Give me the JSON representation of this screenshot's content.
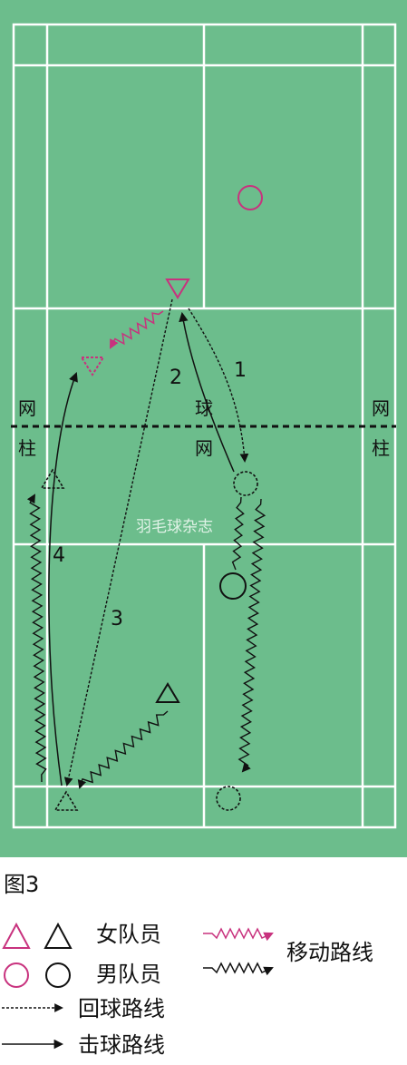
{
  "court": {
    "labels": {
      "rally_1": "1",
      "rally_2": "2",
      "rally_3": "3",
      "rally_4": "4"
    },
    "net_label_left": [
      "网",
      "柱"
    ],
    "net_label_right": [
      "网",
      "柱"
    ],
    "net_label_center": [
      "球",
      "网"
    ],
    "watermark": "羽毛球杂志"
  },
  "colors": {
    "court": "#6cbd8c",
    "lines": "#ffffff",
    "female": "#c8327e",
    "male": "#c8327e",
    "ink": "#111111"
  },
  "legend": {
    "figure_label": "图3",
    "female_label": "女队员",
    "male_label": "男队员",
    "movement_label": "移动路线",
    "return_label": "回球路线",
    "hit_label": "击球路线"
  }
}
